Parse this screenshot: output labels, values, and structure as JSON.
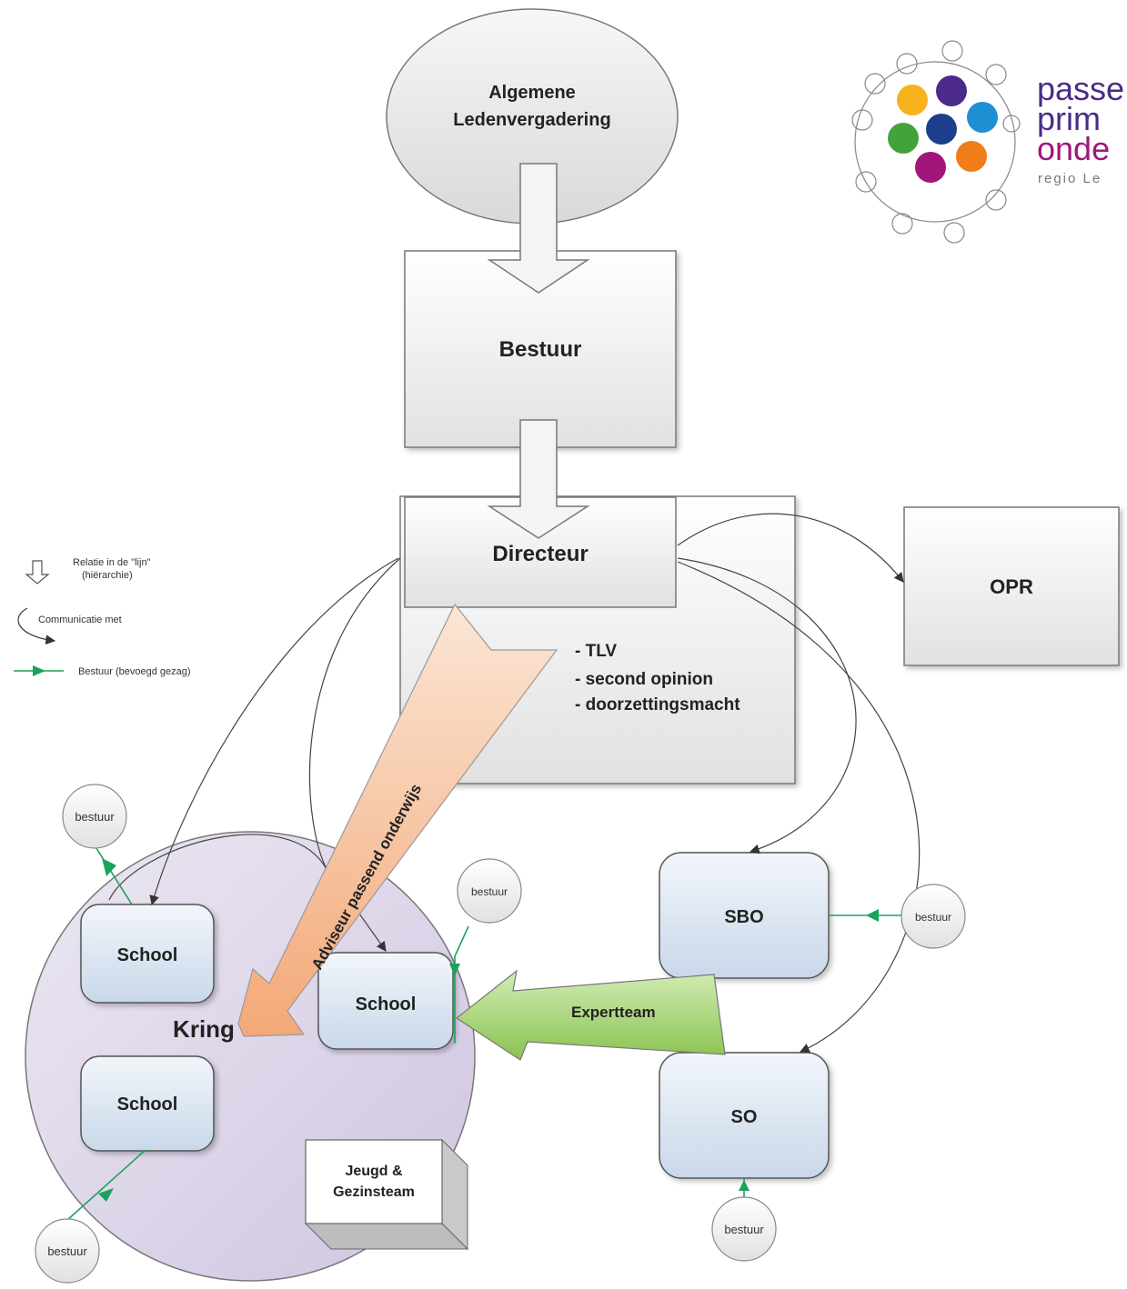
{
  "nodes": {
    "alv": [
      "Algemene",
      "Ledenvergadering"
    ],
    "bestuur": "Bestuur",
    "directeur": "Directeur",
    "opr": "OPR",
    "directeur_tasks": [
      "- TLV",
      "- second opinion",
      "- doorzettingsmacht"
    ],
    "kring": "Kring",
    "school_left_top": "School",
    "school_left_bottom": "School",
    "school_right": "School",
    "sbo": "SBO",
    "so": "SO",
    "jgt": [
      "Jeugd &",
      "Gezinsteam"
    ],
    "bestuur_small": "bestuur"
  },
  "arrows": {
    "adviseur": "Adviseur passend onderwijs",
    "expertteam": "Expertteam"
  },
  "legend": {
    "line_label": [
      "Relatie in de \"lijn\"",
      "(hiërarchie)"
    ],
    "comm_label": "Communicatie met",
    "gov_label": "Bestuur (bevoegd gezag)"
  },
  "logo": {
    "lines": [
      "passe",
      "prim",
      "onde"
    ],
    "sub": "regio Le",
    "colors": {
      "purple": "#4b2a8a",
      "magenta": "#a0167a",
      "orange": "#f07d1a",
      "blue": "#1f8fd4",
      "green": "#43a33b",
      "yellow": "#f7b21d",
      "navy": "#1d3e8a"
    }
  },
  "colors": {
    "governance_green": "#1aa35a",
    "adviseur_fill": "#f5b890",
    "expert_fill": "#9ccc62",
    "kring_fill": "#ddd6ea",
    "school_fill": "#dde7f3"
  }
}
